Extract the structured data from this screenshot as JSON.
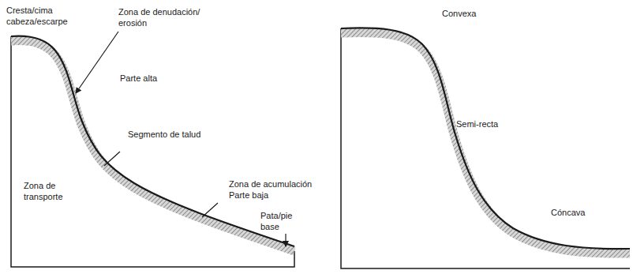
{
  "diagram": {
    "labels": [
      "Cresta/cima cabeza/escarpe",
      "Zona de denudación/ erosión",
      "Parte alta",
      "Segmento de talud",
      "Zona de transporte",
      "Zona de acumulación",
      "Parte baja",
      "Pata/pie base",
      "Convexa",
      "Semi-recta",
      "Cóncava"
    ]
  }
}
